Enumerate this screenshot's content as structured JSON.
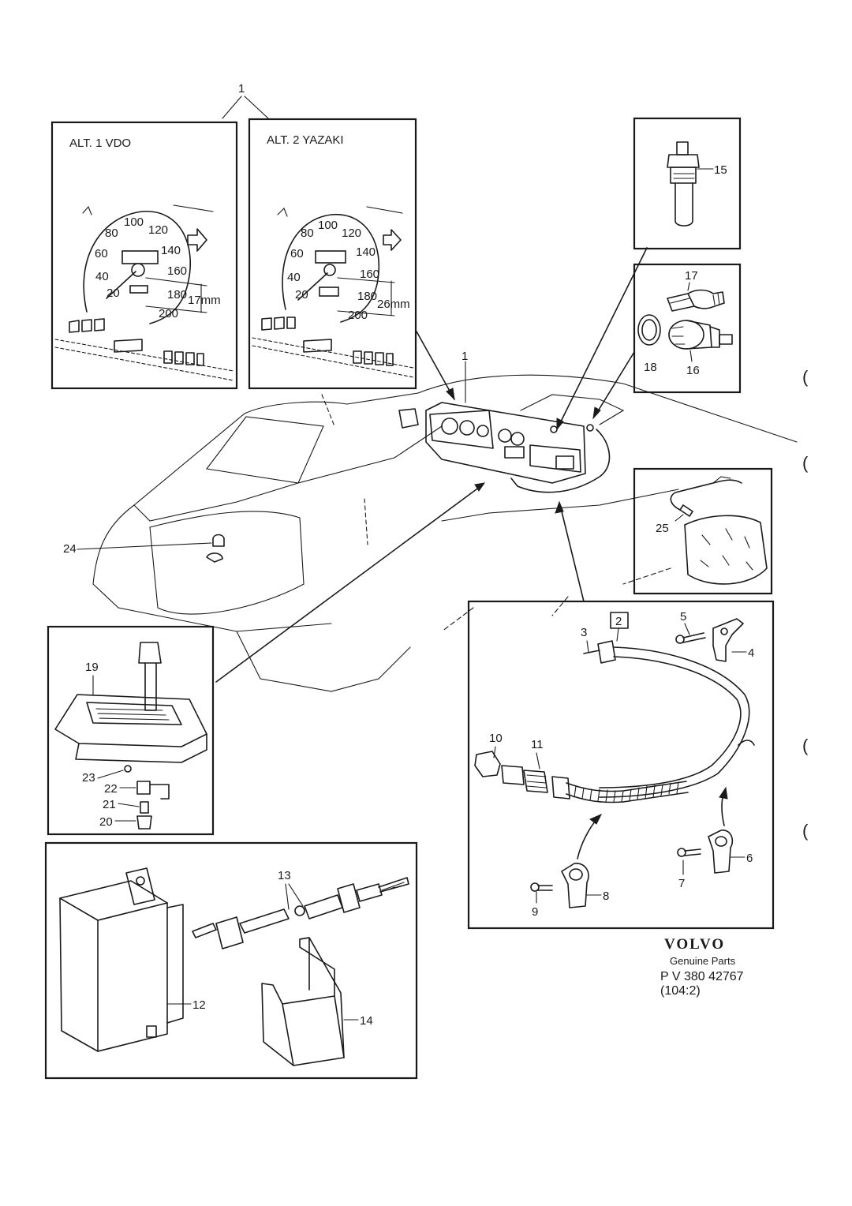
{
  "panels": {
    "vdo": {
      "title": "ALT. 1  VDO",
      "dimension": "17mm",
      "scale": [
        "20",
        "40",
        "60",
        "80",
        "100",
        "120",
        "140",
        "160",
        "180",
        "200"
      ]
    },
    "yazaki": {
      "title": "ALT. 2  YAZAKI",
      "dimension": "26mm",
      "scale": [
        "20",
        "40",
        "60",
        "80",
        "100",
        "120",
        "140",
        "160",
        "180",
        "200"
      ]
    }
  },
  "callouts": {
    "c1_top": "1",
    "c1_dash": "1",
    "c2": "2",
    "c3": "3",
    "c4": "4",
    "c5": "5",
    "c6": "6",
    "c7": "7",
    "c8": "8",
    "c9": "9",
    "c10": "10",
    "c11": "11",
    "c12": "12",
    "c13": "13",
    "c14": "14",
    "c15": "15",
    "c16": "16",
    "c17": "17",
    "c18": "18",
    "c19": "19",
    "c20": "20",
    "c21": "21",
    "c22": "22",
    "c23": "23",
    "c24": "24",
    "c25": "25"
  },
  "footer": {
    "brand": "VOLVO",
    "subtitle": "Genuine Parts",
    "code": "P V 380 42767",
    "ref": "(104:2)"
  },
  "margin_marks": [
    "(",
    "(",
    "(",
    "("
  ]
}
